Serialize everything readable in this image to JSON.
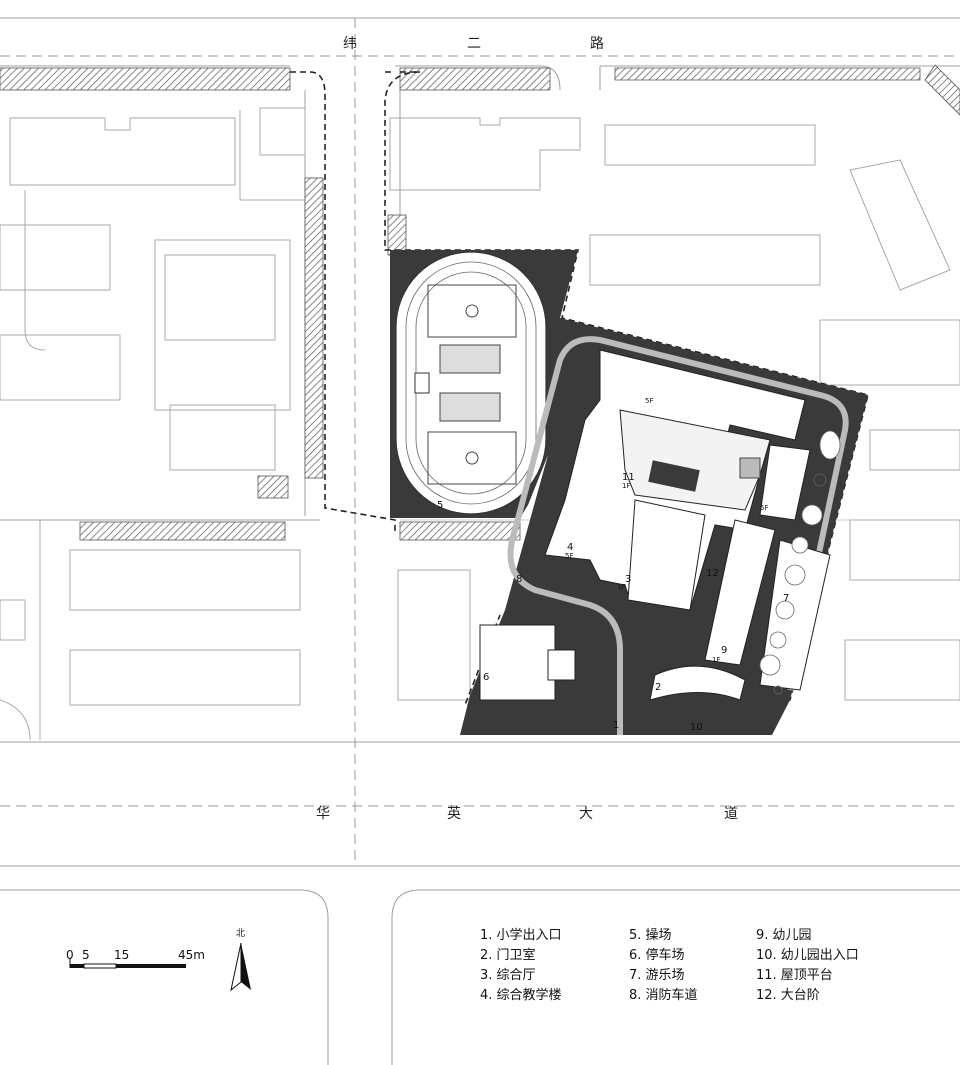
{
  "roads": {
    "north_chars": [
      "纬",
      "二",
      "路"
    ],
    "south_chars": [
      "华",
      "英",
      "大",
      "道"
    ]
  },
  "plan_labels": {
    "n1": "1",
    "n2": "2",
    "n3": "3",
    "n4": "4",
    "n5": "5",
    "n6": "6",
    "n7": "7",
    "n8": "8",
    "n9": "9",
    "n10": "10",
    "n11": "11",
    "n12": "12",
    "f5a": "5F",
    "f5b": "5F",
    "f5c": "5F",
    "f1a": "1F",
    "f1b": "1F",
    "f1c": "1F"
  },
  "scale_bar": {
    "t0": "0",
    "t5": "5",
    "t15": "15",
    "t45": "45m"
  },
  "north": {
    "label": "北"
  },
  "legend": {
    "col1": [
      "1.  小学出入口",
      "2.  门卫室",
      "3.  综合厅",
      "4.  综合教学楼"
    ],
    "col2": [
      "5.  操场",
      "6.  停车场",
      "7.  游乐场",
      "8.  消防车道"
    ],
    "col3": [
      "9.    幼儿园",
      "10.  幼儿园出入口",
      "11.  屋顶平台",
      "12.  大台阶"
    ]
  },
  "colors": {
    "site_dark": "#3a3a3a",
    "line": "#9a9a9a",
    "bg": "#ffffff"
  }
}
